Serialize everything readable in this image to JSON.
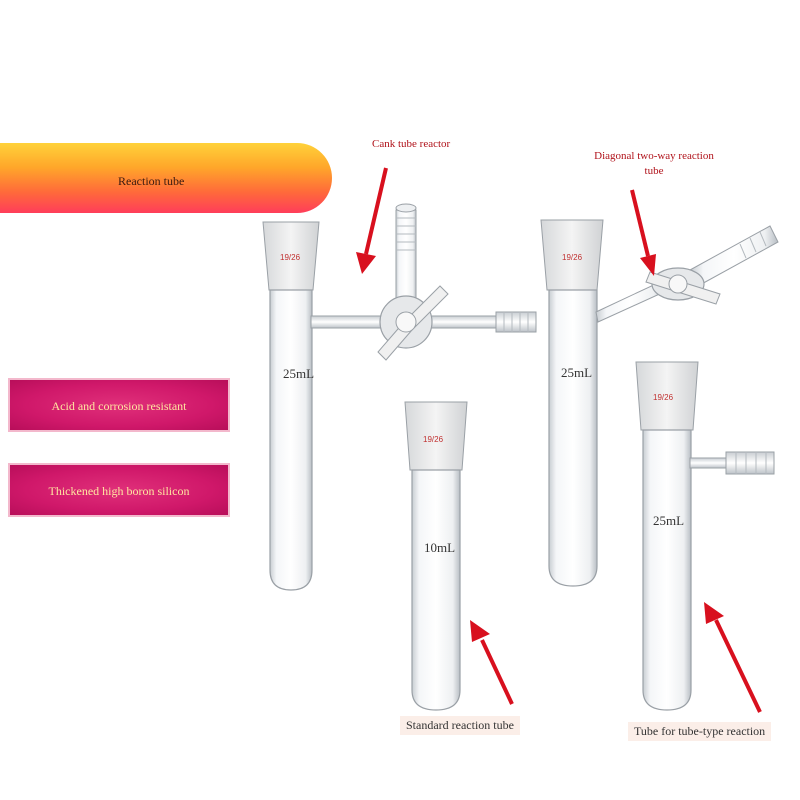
{
  "banner": {
    "label": "Reaction tube"
  },
  "features": [
    {
      "label": "Acid and corrosion resistant"
    },
    {
      "label": "Thickened high boron silicon"
    }
  ],
  "captions": {
    "crank": "Cank tube reactor",
    "diagonal_line1": "Diagonal two-way reaction",
    "diagonal_line2": "tube",
    "standard": "Standard reaction tube",
    "tube_type": "Tube for tube-type reaction"
  },
  "tubes": {
    "crank_volume": "25mL",
    "diagonal_volume": "25mL",
    "standard_volume": "10mL",
    "side_arm_volume": "25mL",
    "joint_marking": "19/26"
  },
  "colors": {
    "banner_gradient": [
      "#ffd23a",
      "#ff3d5a"
    ],
    "feature_bg": "#d0186a",
    "arrow": "#d8101e",
    "caption": "#b0121a"
  }
}
